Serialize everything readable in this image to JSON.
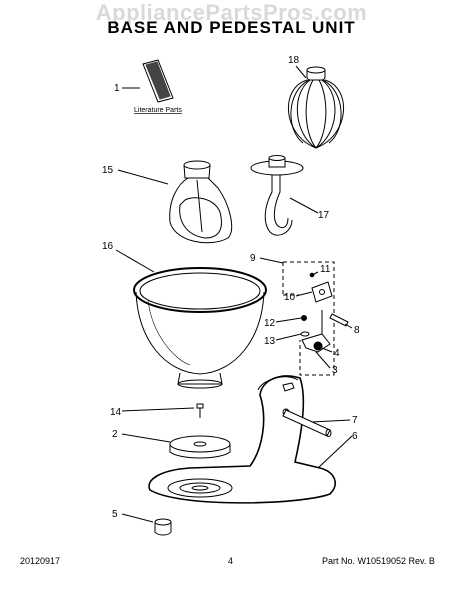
{
  "watermark": "AppliancePartsPros.com",
  "title": "BASE AND PEDESTAL UNIT",
  "literature_label": "Literature Parts",
  "callouts": [
    "1",
    "18",
    "15",
    "17",
    "16",
    "9",
    "11",
    "10",
    "8",
    "12",
    "13",
    "4",
    "3",
    "14",
    "7",
    "2",
    "6",
    "5"
  ],
  "footer": {
    "date": "20120917",
    "page": "4",
    "part_no": "Part No. W10519052  Rev. B"
  },
  "colors": {
    "line": "#000000",
    "background": "#ffffff",
    "watermark": "#d9d9d9"
  }
}
